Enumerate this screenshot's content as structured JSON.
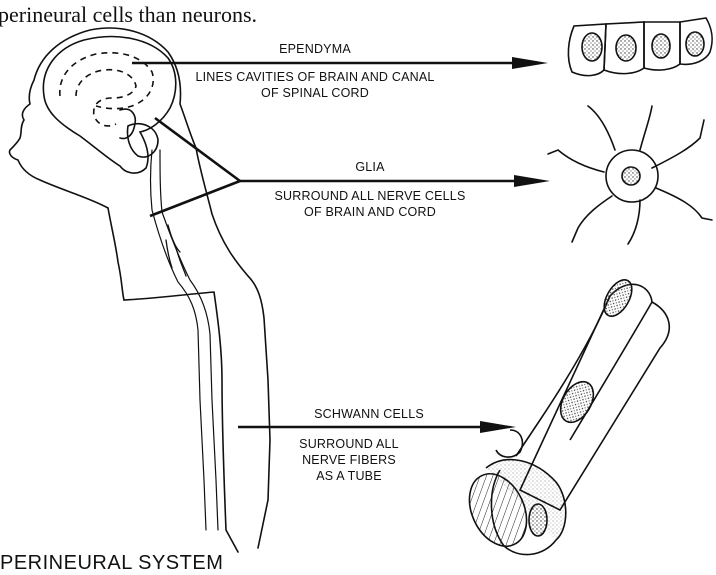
{
  "intro_text": "perineural cells than neurons.",
  "labels": {
    "ependyma_title": "EPENDYMA",
    "ependyma_desc_1": "LINES CAVITIES OF BRAIN AND CANAL",
    "ependyma_desc_2": "OF SPINAL CORD",
    "glia_title": "GLIA",
    "glia_desc_1": "SURROUND ALL NERVE CELLS",
    "glia_desc_2": "OF BRAIN AND CORD",
    "schwann_title": "SCHWANN CELLS",
    "schwann_desc_1": "SURROUND ALL",
    "schwann_desc_2": "NERVE FIBERS",
    "schwann_desc_3": "AS A TUBE"
  },
  "section_heading": "PERINEURAL SYSTEM"
}
